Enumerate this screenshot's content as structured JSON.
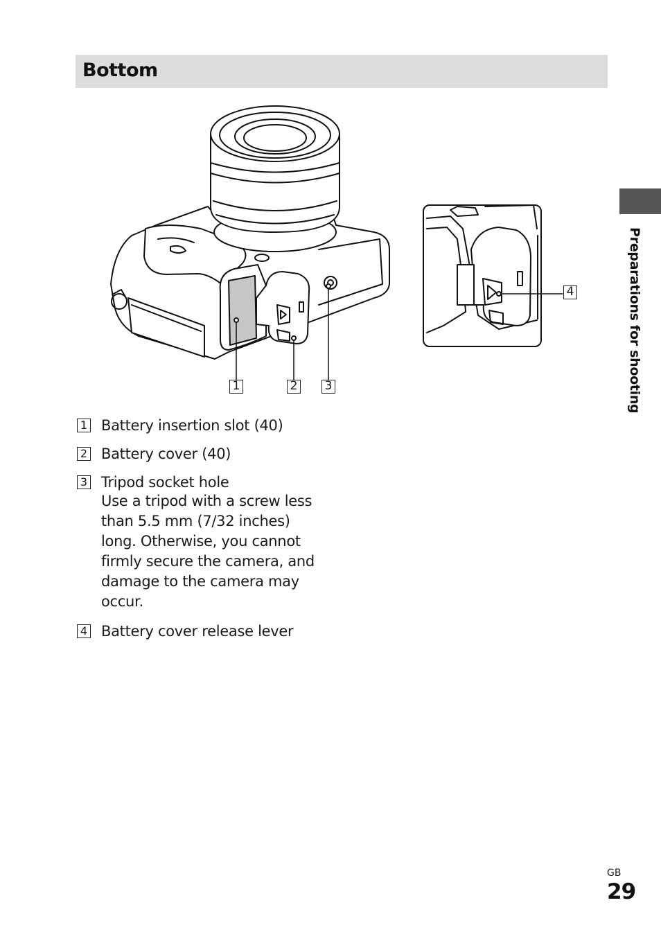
{
  "section": {
    "title": "Bottom"
  },
  "side_tab": {
    "label": "Preparations for shooting"
  },
  "figure": {
    "callouts": [
      "1",
      "2",
      "3",
      "4"
    ]
  },
  "legend": {
    "items": [
      {
        "num": "1",
        "label": "Battery insertion slot (40)",
        "desc": ""
      },
      {
        "num": "2",
        "label": "Battery cover (40)",
        "desc": ""
      },
      {
        "num": "3",
        "label": "Tripod socket hole",
        "desc": "Use a tripod with a screw less than 5.5 mm (7/32 inches) long. Otherwise, you cannot firmly secure the camera, and damage to the camera may occur."
      },
      {
        "num": "4",
        "label": "Battery cover release lever",
        "desc": ""
      }
    ]
  },
  "footer": {
    "region_code": "GB",
    "page_number": "29"
  }
}
